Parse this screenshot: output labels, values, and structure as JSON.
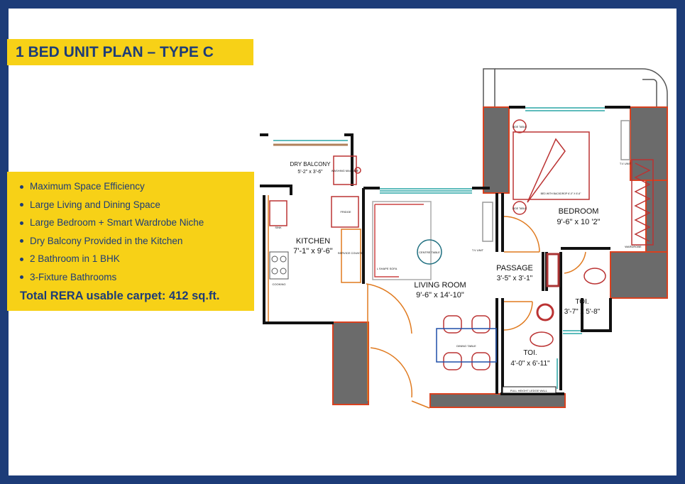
{
  "title": "1 BED UNIT PLAN – TYPE C",
  "features": [
    "Maximum Space Efficiency",
    "Large Living and Dining Space",
    "Large Bedroom + Smart Wardrobe Niche",
    "Dry Balcony Provided in the Kitchen",
    "2 Bathroom in 1 BHK",
    "3-Fixture Bathrooms"
  ],
  "total": "Total RERA usable carpet: 412 sq.ft.",
  "rooms": {
    "dry_balcony": {
      "name": "DRY BALCONY",
      "size": "5'-2\" x 3'-6\""
    },
    "kitchen": {
      "name": "KITCHEN",
      "size": "7'-1\" x 9'-6\""
    },
    "living": {
      "name": "LIVING ROOM",
      "size": "9'-6\" x 14'-10\""
    },
    "bedroom": {
      "name": "BEDROOM",
      "size": "9'-6\" x 10 '2\""
    },
    "passage": {
      "name": "PASSAGE",
      "size": "3'-5\" x 3'-1\""
    },
    "toilet1": {
      "name": "TOI.",
      "size": "3'-7\" x 5'-8\""
    },
    "toilet2": {
      "name": "TOI.",
      "size": "4'-0\" x 6'-11\""
    }
  },
  "furniture": {
    "washing_machine": "WASHING MACHINE",
    "fridge": "FRIDGE",
    "sink": "SINK",
    "cooking": "COOKING",
    "service_counter": "SERVICE COUNTER",
    "sofa": "L SHAPE SOFA",
    "centre_table": "CENTRE TABLE",
    "tv_unit": "T.V UNIT",
    "dining_table": "DINING TABLE",
    "side_table": "SIDE TABLE",
    "bed": "BED WITH BACKDROP 6'-0\" X 6'-6\"",
    "wardrobe": "WARDROBE",
    "ledge_wall": "FULL HEIGHT LEDGE WALL"
  },
  "colors": {
    "frame": "#1d3c78",
    "highlight": "#f7d117",
    "wall": "#6b6b6b",
    "accent": "#d9411f"
  }
}
